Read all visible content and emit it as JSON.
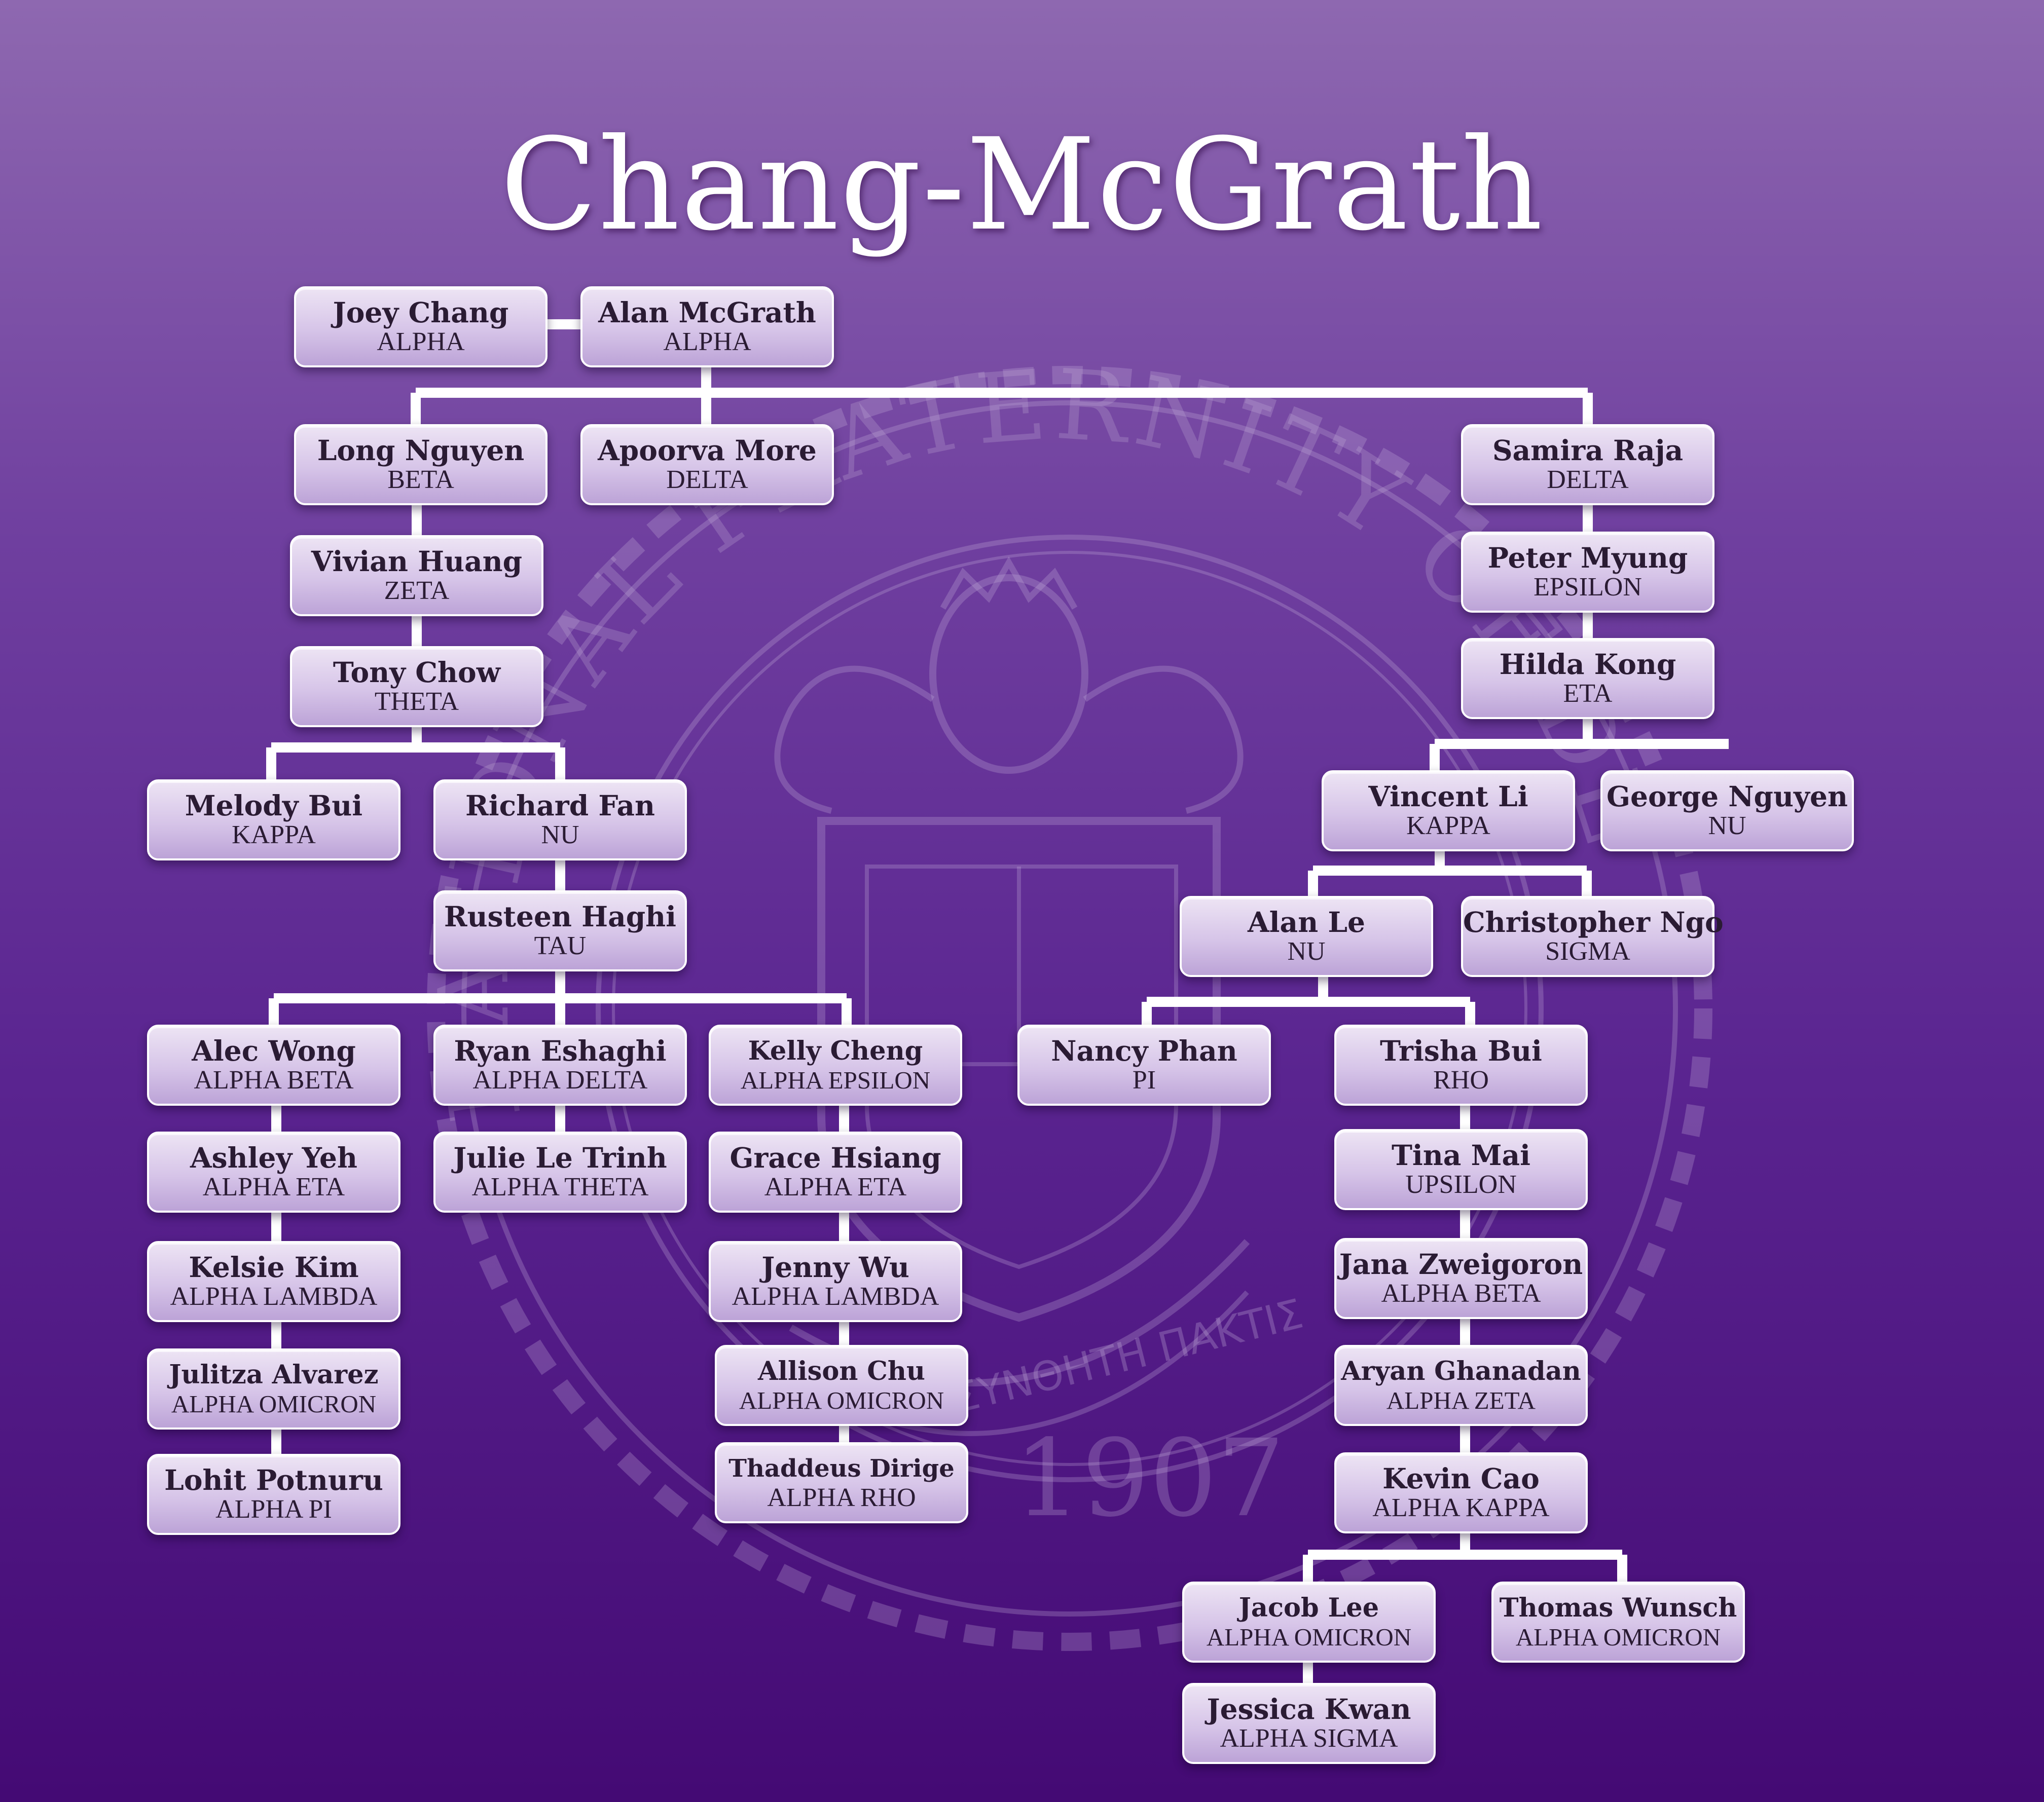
{
  "title": "Chang-McGrath",
  "seal": {
    "top_text": "NATIONAL FRATERNITY OF DELTA",
    "year": "1907",
    "motto": "ΣΥΝΘΗΤΗ ΠΑΚΤΙΣ"
  },
  "members": {
    "joey_chang": {
      "name": "Joey Chang",
      "chapter": "ALPHA"
    },
    "alan_mcgrath": {
      "name": "Alan McGrath",
      "chapter": "ALPHA"
    },
    "long_nguyen": {
      "name": "Long Nguyen",
      "chapter": "BETA"
    },
    "apoorva_more": {
      "name": "Apoorva More",
      "chapter": "DELTA"
    },
    "samira_raja": {
      "name": "Samira Raja",
      "chapter": "DELTA"
    },
    "vivian_huang": {
      "name": "Vivian Huang",
      "chapter": "ZETA"
    },
    "tony_chow": {
      "name": "Tony Chow",
      "chapter": "THETA"
    },
    "peter_myung": {
      "name": "Peter Myung",
      "chapter": "EPSILON"
    },
    "hilda_kong": {
      "name": "Hilda Kong",
      "chapter": "ETA"
    },
    "melody_bui": {
      "name": "Melody Bui",
      "chapter": "KAPPA"
    },
    "richard_fan": {
      "name": "Richard Fan",
      "chapter": "NU"
    },
    "vincent_li": {
      "name": "Vincent Li",
      "chapter": "KAPPA"
    },
    "george_nguyen": {
      "name": "George Nguyen",
      "chapter": "NU"
    },
    "rusteen_haghi": {
      "name": "Rusteen Haghi",
      "chapter": "TAU"
    },
    "alan_le": {
      "name": "Alan Le",
      "chapter": "NU"
    },
    "christopher_ngo": {
      "name": "Christopher Ngo",
      "chapter": "SIGMA"
    },
    "alec_wong": {
      "name": "Alec Wong",
      "chapter": "ALPHA BETA"
    },
    "ryan_eshaghi": {
      "name": "Ryan Eshaghi",
      "chapter": "ALPHA DELTA"
    },
    "kelly_cheng": {
      "name": "Kelly Cheng",
      "chapter": "ALPHA EPSILON"
    },
    "nancy_phan": {
      "name": "Nancy Phan",
      "chapter": "PI"
    },
    "trisha_bui": {
      "name": "Trisha Bui",
      "chapter": "RHO"
    },
    "ashley_yeh": {
      "name": "Ashley Yeh",
      "chapter": "ALPHA ETA"
    },
    "julie_le_trinh": {
      "name": "Julie Le Trinh",
      "chapter": "ALPHA THETA"
    },
    "grace_hsiang": {
      "name": "Grace Hsiang",
      "chapter": "ALPHA ETA"
    },
    "tina_mai": {
      "name": "Tina Mai",
      "chapter": "UPSILON"
    },
    "kelsie_kim": {
      "name": "Kelsie Kim",
      "chapter": "ALPHA LAMBDA"
    },
    "jenny_wu": {
      "name": "Jenny Wu",
      "chapter": "ALPHA LAMBDA"
    },
    "jana_zweigoron": {
      "name": "Jana Zweigoron",
      "chapter": "ALPHA BETA"
    },
    "julitza_alvarez": {
      "name": "Julitza Alvarez",
      "chapter": "ALPHA OMICRON"
    },
    "allison_chu": {
      "name": "Allison Chu",
      "chapter": "ALPHA OMICRON"
    },
    "aryan_ghanadan": {
      "name": "Aryan Ghanadan",
      "chapter": "ALPHA ZETA"
    },
    "lohit_potnuru": {
      "name": "Lohit Potnuru",
      "chapter": "ALPHA PI"
    },
    "thaddeus_dirige": {
      "name": "Thaddeus Dirige",
      "chapter": "ALPHA RHO"
    },
    "kevin_cao": {
      "name": "Kevin Cao",
      "chapter": "ALPHA KAPPA"
    },
    "jacob_lee": {
      "name": "Jacob Lee",
      "chapter": "ALPHA OMICRON"
    },
    "thomas_wunsch": {
      "name": "Thomas Wunsch",
      "chapter": "ALPHA OMICRON"
    },
    "jessica_kwan": {
      "name": "Jessica Kwan",
      "chapter": "ALPHA SIGMA"
    }
  },
  "colors": {
    "background_top": "#8e68b0",
    "background_bottom": "#440a74",
    "node_fill": "#d6c4e8",
    "connector": "#ffffff",
    "seal_stroke": "#b9a3cf"
  }
}
